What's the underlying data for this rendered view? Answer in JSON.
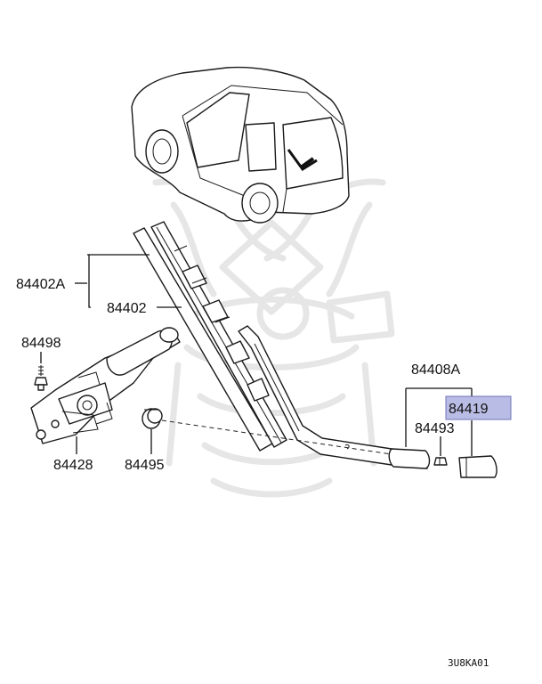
{
  "diagram_code": "3U8KA01",
  "highlight": {
    "part": "84419",
    "fill": "#b9bce4",
    "border": "#6f74b8"
  },
  "parts": [
    {
      "id": "84402A",
      "label": "84402A"
    },
    {
      "id": "84402",
      "label": "84402"
    },
    {
      "id": "84498",
      "label": "84498"
    },
    {
      "id": "84428",
      "label": "84428"
    },
    {
      "id": "84495",
      "label": "84495"
    },
    {
      "id": "84408A",
      "label": "84408A"
    },
    {
      "id": "84419",
      "label": "84419"
    },
    {
      "id": "84493",
      "label": "84493"
    }
  ]
}
